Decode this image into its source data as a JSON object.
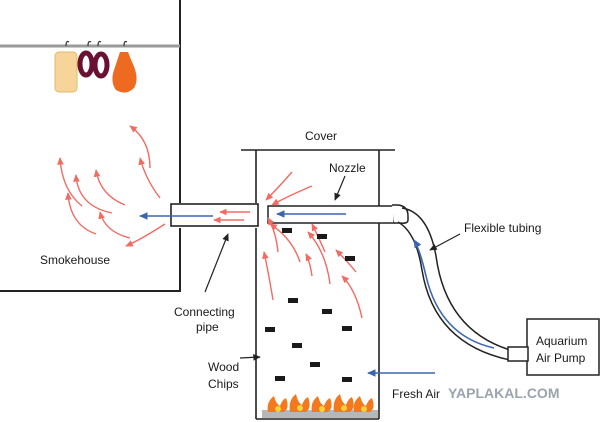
{
  "labels": {
    "cover": "Cover",
    "nozzle": "Nozzle",
    "flexible_tubing": "Flexible tubing",
    "smokehouse": "Smokehouse",
    "connecting_pipe_line1": "Connecting",
    "connecting_pipe_line2": "pipe",
    "wood_chips_line1": "Wood",
    "wood_chips_line2": "Chips",
    "aquarium_line1": "Aquarium",
    "aquarium_line2": "Air Pump",
    "fresh_air": "Fresh Air",
    "watermark": "YAPLAKAL.COM"
  },
  "colors": {
    "smoke_arrow": "#f26b63",
    "air_arrow": "#3a66b0",
    "meat_light": "#f7d59a",
    "meat_dark": "#6a1032",
    "meat_orange": "#ef6a21",
    "fire": "#f4781e",
    "fire_core": "#ffd23a",
    "wall": "#222222",
    "rod": "#9a9a9a"
  }
}
